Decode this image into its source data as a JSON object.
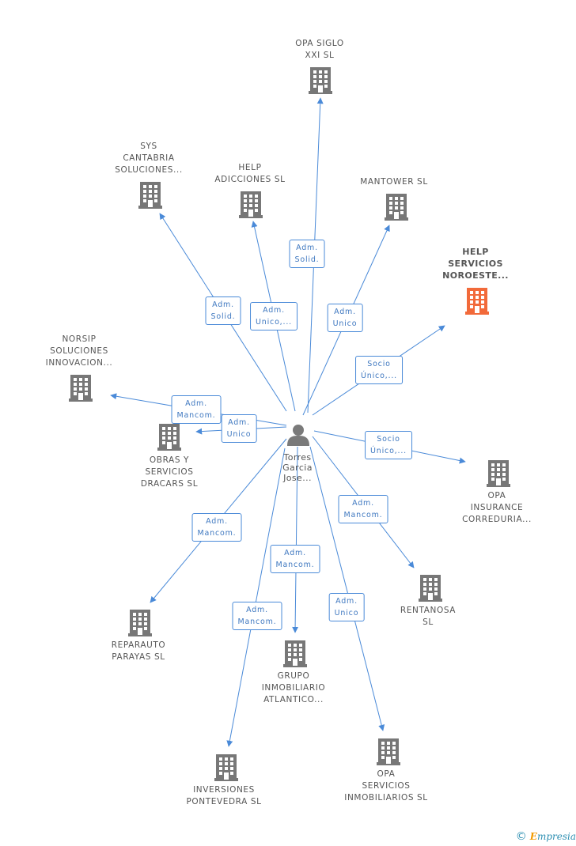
{
  "colors": {
    "edge": "#4a8ad8",
    "building": "#777777",
    "building_highlight": "#f26a3a",
    "person": "#7a7a7a"
  },
  "center": {
    "icon": "person-icon",
    "label_lines": [
      "Torres",
      "Garcia",
      "Jose..."
    ]
  },
  "nodes": [
    {
      "id": "opa-siglo-xxi",
      "label_lines": [
        "OPA SIGLO",
        "XXI SL"
      ],
      "icon": "building-icon",
      "highlight": false
    },
    {
      "id": "sys-cantabria",
      "label_lines": [
        "SYS",
        "CANTABRIA",
        "SOLUCIONES..."
      ],
      "icon": "building-icon",
      "highlight": false
    },
    {
      "id": "help-adicciones",
      "label_lines": [
        "HELP",
        "ADICCIONES SL"
      ],
      "icon": "building-icon",
      "highlight": false
    },
    {
      "id": "mantower",
      "label_lines": [
        "MANTOWER SL"
      ],
      "icon": "building-icon",
      "highlight": false
    },
    {
      "id": "help-servicios-noroeste",
      "label_lines": [
        "HELP",
        "SERVICIOS",
        "NOROESTE..."
      ],
      "icon": "building-icon",
      "highlight": true
    },
    {
      "id": "norsip",
      "label_lines": [
        "NORSIP",
        "SOLUCIONES",
        "INNOVACION..."
      ],
      "icon": "building-icon",
      "highlight": false
    },
    {
      "id": "obras-servicios-dracars",
      "label_lines": [
        "OBRAS Y",
        "SERVICIOS",
        "DRACARS SL"
      ],
      "icon": "building-icon",
      "highlight": false
    },
    {
      "id": "opa-insurance",
      "label_lines": [
        "OPA",
        "INSURANCE",
        "CORREDURIA..."
      ],
      "icon": "building-icon",
      "highlight": false
    },
    {
      "id": "rentanosa",
      "label_lines": [
        "RENTANOSA",
        "SL"
      ],
      "icon": "building-icon",
      "highlight": false
    },
    {
      "id": "reparauto",
      "label_lines": [
        "REPARAUTO",
        "PARAYAS SL"
      ],
      "icon": "building-icon",
      "highlight": false
    },
    {
      "id": "grupo-inmobiliario",
      "label_lines": [
        "GRUPO",
        "INMOBILIARIO",
        "ATLANTICO..."
      ],
      "icon": "building-icon",
      "highlight": false
    },
    {
      "id": "inversiones-pontevedra",
      "label_lines": [
        "INVERSIONES",
        "PONTEVEDRA SL"
      ],
      "icon": "building-icon",
      "highlight": false
    },
    {
      "id": "opa-servicios-inmobiliarios",
      "label_lines": [
        "OPA",
        "SERVICIOS",
        "INMOBILIARIOS SL"
      ],
      "icon": "building-icon",
      "highlight": false
    }
  ],
  "edges": [
    {
      "to": "opa-siglo-xxi",
      "label_lines": [
        "Adm.",
        "Solid."
      ]
    },
    {
      "to": "sys-cantabria",
      "label_lines": [
        "Adm.",
        "Solid."
      ]
    },
    {
      "to": "help-adicciones",
      "label_lines": [
        "Adm.",
        "Unico,..."
      ]
    },
    {
      "to": "mantower",
      "label_lines": [
        "Adm.",
        "Unico"
      ]
    },
    {
      "to": "help-servicios-noroeste",
      "label_lines": [
        "Socio",
        "Único,..."
      ]
    },
    {
      "to": "norsip",
      "label_lines": [
        "Adm.",
        "Mancom."
      ]
    },
    {
      "to": "obras-servicios-dracars",
      "label_lines": [
        "Adm.",
        "Unico"
      ]
    },
    {
      "to": "opa-insurance",
      "label_lines": [
        "Socio",
        "Único,..."
      ]
    },
    {
      "to": "rentanosa",
      "label_lines": [
        "Adm.",
        "Mancom."
      ]
    },
    {
      "to": "reparauto",
      "label_lines": [
        "Adm.",
        "Mancom."
      ]
    },
    {
      "to": "grupo-inmobiliario",
      "label_lines": [
        "Adm.",
        "Mancom."
      ]
    },
    {
      "to": "inversiones-pontevedra",
      "label_lines": [
        "Adm.",
        "Mancom."
      ]
    },
    {
      "to": "opa-servicios-inmobiliarios",
      "label_lines": [
        "Adm.",
        "Unico"
      ]
    }
  ],
  "footer": {
    "copyright_symbol": "©",
    "brand_initial": "E",
    "brand_rest": "mpresia"
  }
}
